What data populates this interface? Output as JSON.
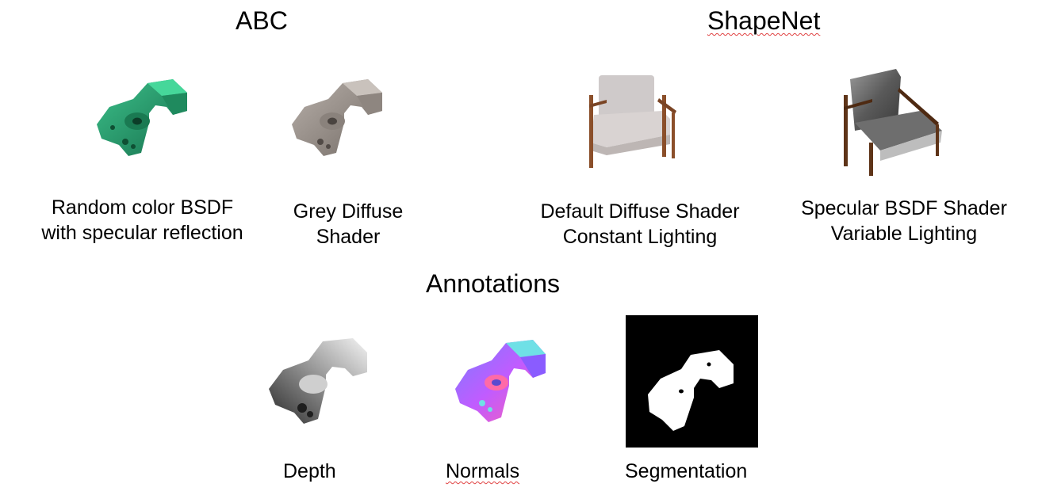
{
  "headings": {
    "abc": "ABC",
    "shapenet": "ShapeNet",
    "annotations": "Annotations"
  },
  "renders": {
    "random_color": {
      "line1": "Random color BSDF",
      "line2": "with specular  reflection",
      "color": "#2a9d70"
    },
    "grey_diffuse": {
      "line1": "Grey Diffuse",
      "line2": "Shader",
      "color": "#8f8680"
    },
    "default_diffuse": {
      "line1": "Default Diffuse Shader",
      "line2": "Constant Lighting"
    },
    "specular_bsdf": {
      "line1": "Specular BSDF Shader",
      "line2": "Variable Lighting"
    }
  },
  "annotations": {
    "depth": {
      "label": "Depth"
    },
    "normals": {
      "label": "Normals"
    },
    "segmentation": {
      "label": "Segmentation"
    }
  }
}
